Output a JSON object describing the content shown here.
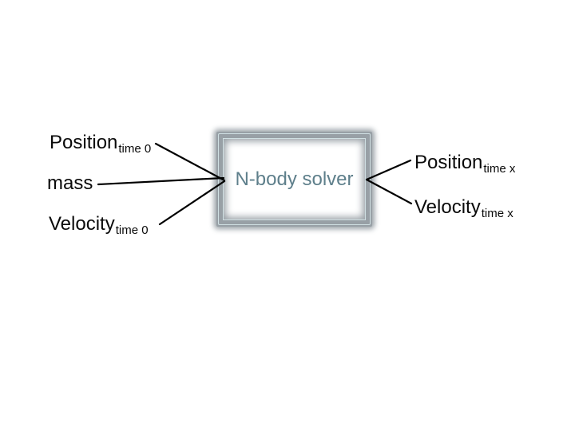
{
  "slide": {
    "background": "#ffffff",
    "node": {
      "label": "N-body solver",
      "text_color": "#5e7f8b",
      "frame_gray": "#98a0a6",
      "frame_light_line": "#cfdfe2"
    },
    "inputs": [
      {
        "main": "Position",
        "sub": "time 0"
      },
      {
        "main": "mass",
        "sub": ""
      },
      {
        "main": "Velocity",
        "sub": "time 0"
      }
    ],
    "outputs": [
      {
        "main": "Position",
        "sub": "time x"
      },
      {
        "main": "Velocity",
        "sub": "time x"
      }
    ],
    "connector_color": "#000000",
    "label_color": "#0a0a0a"
  }
}
